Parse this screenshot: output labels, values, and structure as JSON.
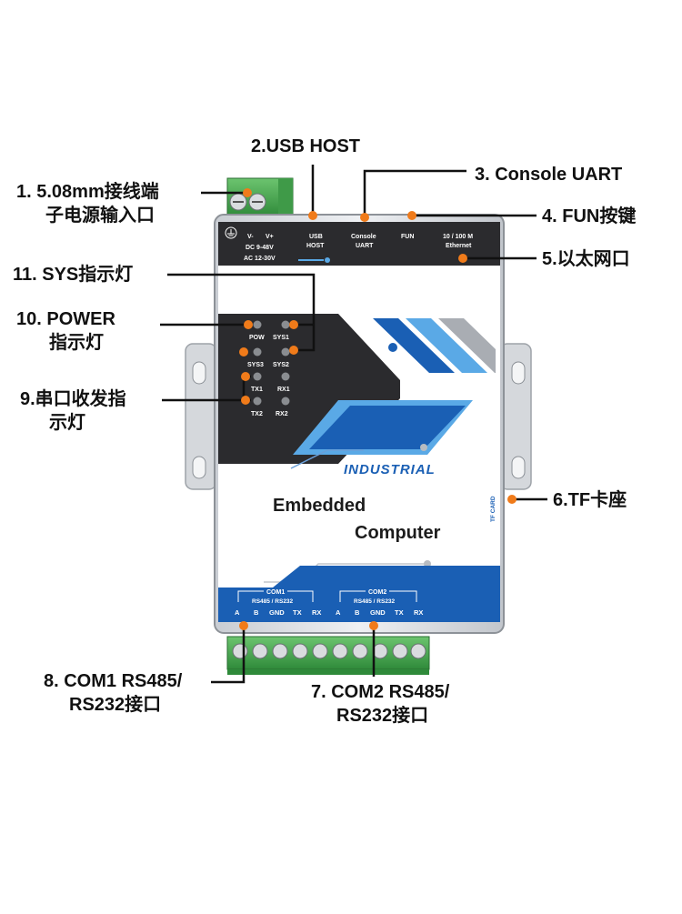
{
  "callouts": {
    "c1": {
      "line1": "1.  5.08mm接线端",
      "line2": "子电源输入口"
    },
    "c2": {
      "line1": "2.USB HOST"
    },
    "c3": {
      "line1": "3. Console UART"
    },
    "c4": {
      "line1": "4. FUN按键"
    },
    "c5": {
      "line1": "5.以太网口"
    },
    "c6": {
      "line1": "6.TF卡座"
    },
    "c7": {
      "line1": "7. COM2 RS485/",
      "line2": "RS232接口"
    },
    "c8": {
      "line1": "8. COM1 RS485/",
      "line2": "RS232接口"
    },
    "c9": {
      "line1": "9.串口收发指",
      "line2": "示灯"
    },
    "c10": {
      "line1": "10. POWER",
      "line2": "指示灯"
    },
    "c11": {
      "line1": "11. SYS指示灯"
    }
  },
  "device": {
    "power_v_minus": "V-",
    "power_v_plus": "V+",
    "power_dc": "DC 9-48V",
    "power_ac": "AC 12-30V",
    "usb_line1": "USB",
    "usb_line2": "HOST",
    "console_line1": "Console",
    "console_line2": "UART",
    "fun": "FUN",
    "eth_line1": "10 / 100 M",
    "eth_line2": "Ethernet",
    "led_pow": "POW",
    "led_sys1": "SYS1",
    "led_sys3": "SYS3",
    "led_sys2": "SYS2",
    "led_tx1": "TX1",
    "led_rx1": "RX1",
    "led_tx2": "TX2",
    "led_rx2": "RX2",
    "industrial": "INDUSTRIAL",
    "embedded": "Embedded",
    "computer": "Computer",
    "tf_card": "TF CARD",
    "com1_title": "COM1",
    "com1_sub": "RS485 / RS232",
    "com2_title": "COM2",
    "com2_sub": "RS485 / RS232",
    "pin_a": "A",
    "pin_b": "B",
    "pin_gnd": "GND",
    "pin_tx": "TX",
    "pin_rx": "RX"
  },
  "colors": {
    "callout_dot": "#f07b1a",
    "brand_blue": "#1a5fb4",
    "light_blue": "#5aa9e6",
    "dark_panel": "#2b2b2e",
    "terminal_green": "#3fa048"
  }
}
